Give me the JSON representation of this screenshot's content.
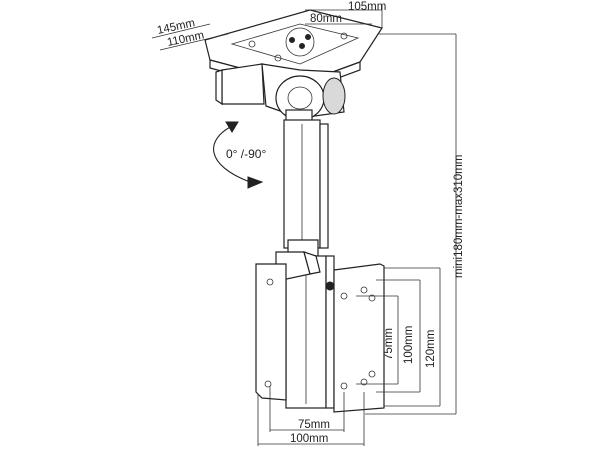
{
  "dimensions": {
    "top_width": "105mm",
    "top_inner_width": "80mm",
    "top_depth": "145mm",
    "top_inner_depth": "110mm",
    "height_range": "mini180mm-max310mm",
    "vesa_h_small": "75mm",
    "vesa_h_large": "100mm",
    "vesa_v_small": "75mm",
    "vesa_v_large": "100mm",
    "vesa_v_outer": "120mm"
  },
  "tilt": {
    "label": "0°  /-90°"
  }
}
